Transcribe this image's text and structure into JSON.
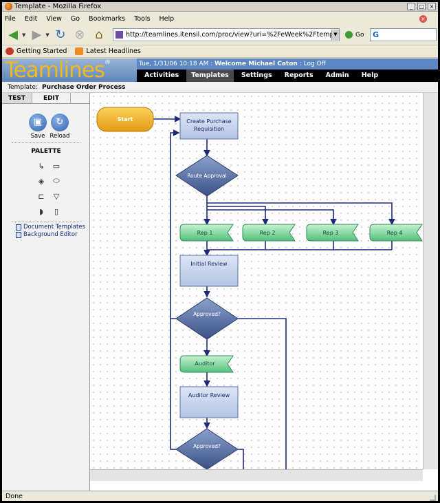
{
  "browser": {
    "title": "Template - Mozilla Firefox",
    "menus": [
      "File",
      "Edit",
      "View",
      "Go",
      "Bookmarks",
      "Tools",
      "Help"
    ],
    "url": "http://teamlines.itensil.com/proc/view?uri=%2FeWeek%2Ftemplate%2FPurchas",
    "go_label": "Go",
    "search_value": "G",
    "bookmarks": [
      "Getting Started",
      "Latest Headlines"
    ],
    "status": "Done"
  },
  "app": {
    "logo": "Teamlines",
    "logo_mark": "®",
    "info_date": "Tue, 1/31/06 10:18 AM :",
    "welcome": "Welcome Michael Caton",
    "logoff": ": Log Off",
    "tabs": [
      "Activities",
      "Templates",
      "Settings",
      "Reports",
      "Admin",
      "Help"
    ],
    "active_tab": "Templates",
    "template_label": "Template:",
    "template_name": "Purchase Order Process"
  },
  "left_panel": {
    "tabs": [
      "TEST",
      "EDIT"
    ],
    "active_tab": "EDIT",
    "save_label": "Save",
    "reload_label": "Reload",
    "palette_title": "PALETTE",
    "palette_items": [
      "connector-icon",
      "step-icon",
      "decision-icon",
      "rounded-step-icon",
      "input-icon",
      "merge-icon",
      "delay-icon",
      "note-icon"
    ],
    "links": [
      "Document Templates",
      "Background Editor"
    ]
  },
  "flowchart": {
    "start": "Start",
    "create": [
      "Create Purchase",
      "Requisition"
    ],
    "route": "Route Approval",
    "reps": [
      "Rep 1",
      "Rep 2",
      "Rep 3",
      "Rep 4"
    ],
    "initial_review": "Initial Review",
    "approved1": "Approved?",
    "auditor": "Auditor",
    "auditor_review": "Auditor Review",
    "approved2": "Approved?"
  },
  "colors": {
    "start_fill": "#f3b22c",
    "task_fill": "#c9d6ef",
    "decision_fill": "#5a73a8",
    "rep_fill": "#8ee0a8",
    "line": "#1c2a7a"
  }
}
